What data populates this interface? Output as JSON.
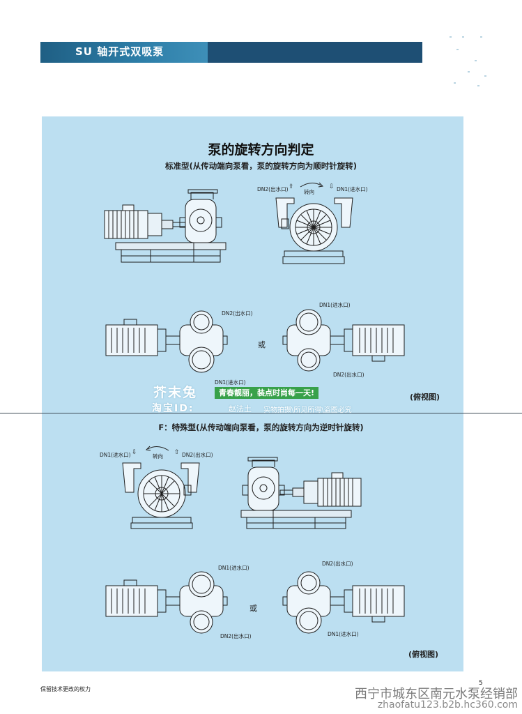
{
  "header": {
    "title": "SU 轴开式双吸泵",
    "bar_color": "#1e4f74",
    "panel_color": "#bcdff1"
  },
  "standard": {
    "title": "泵的旋转方向判定",
    "label": "标准型(从传动端向泵看，泵的旋转方向为顺时针旋转)",
    "dn2_top": "DN2(出水口)",
    "rotation": "转向",
    "dn1_top": "DN1(进水口)",
    "dn1_right_top": "DN1(进水口)",
    "dn2_left_top": "DN2(出水口)",
    "or": "或",
    "dn1_left_bottom": "DN1(进水口)",
    "dn2_right_bottom": "DN2(出水口)",
    "view": "(俯视图)"
  },
  "watermark": {
    "name": "芥末兔",
    "slogan": "青春靓丽，装点时尚每一天!",
    "shop": "淘宝ID:",
    "shop_id": "赵法土",
    "notice": "实物拍摄\\所见所得\\盗图必究"
  },
  "special": {
    "label": "F：特殊型(从传动端向泵看，泵的旋转方向为逆时针旋转)",
    "dn1_top": "DN1(进水口)",
    "rotation": "转向",
    "dn2_top": "DN2(出水口)",
    "dn1_left_top": "DN1(进水口)",
    "dn2_right_top": "DN2(出水口)",
    "or": "或",
    "dn2_left_bottom": "DN2(出水口)",
    "dn1_right_bottom": "DN1(进水口)",
    "view": "(俯视图)"
  },
  "footer": {
    "note": "保留技术更改的权力",
    "page": "5",
    "dealer": "西宁市城东区南元水泵经销部",
    "site": "zhaofatu123.b2b.hc360.com"
  }
}
